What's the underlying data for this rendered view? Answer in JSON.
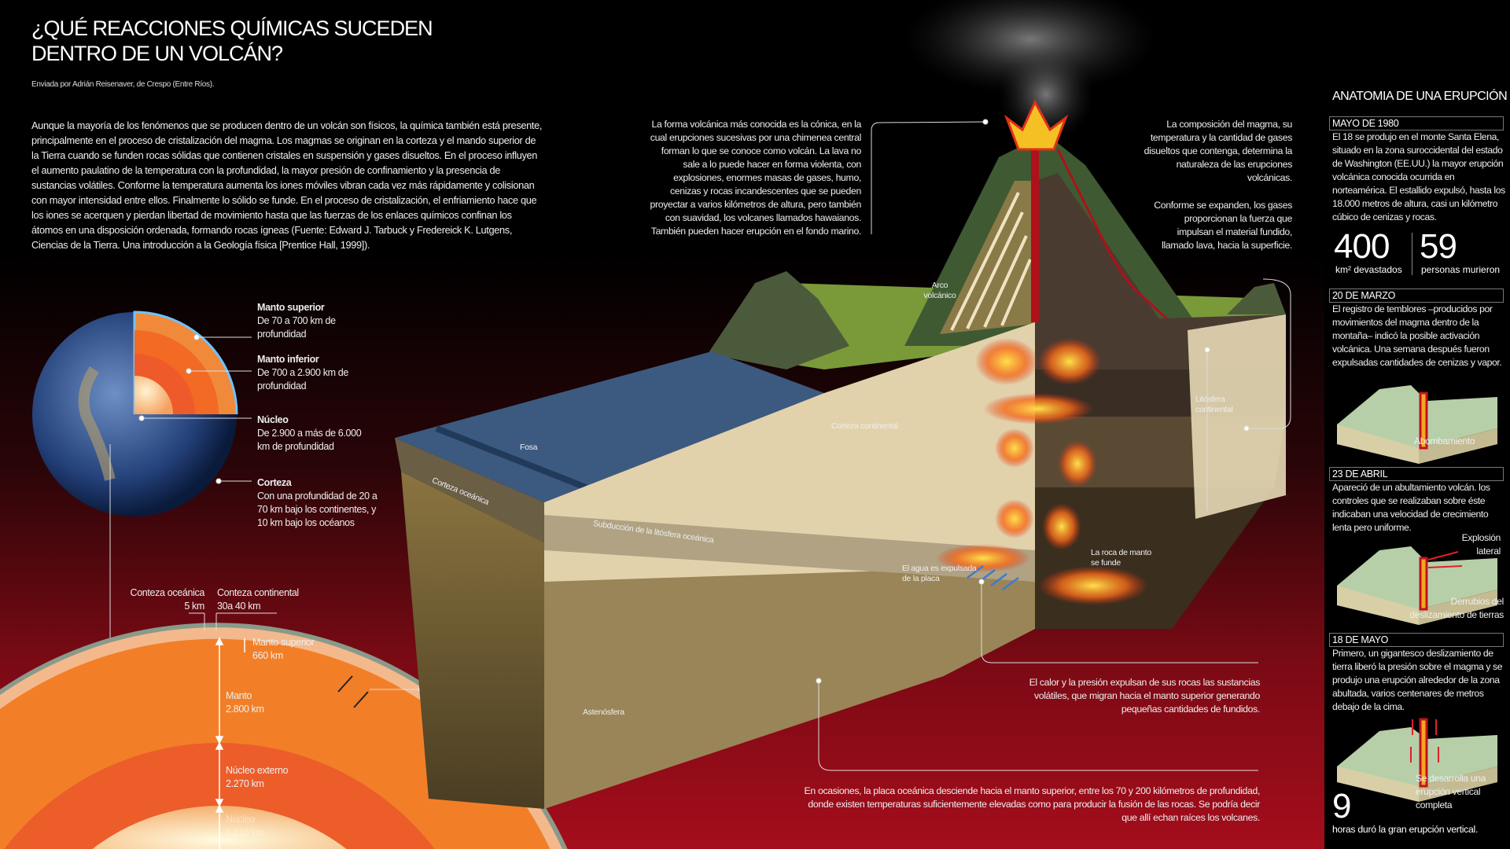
{
  "header": {
    "title_line1": "¿QUÉ REACCIONES QUÍMICAS SUCEDEN",
    "title_line2": "DENTRO DE UN VOLCÁN?",
    "byline": "Enviada por Adrián Reisenaver, de Crespo (Entre Ríos)."
  },
  "intro": "Aunque la mayoría de los fenómenos que se producen dentro de un volcán son físicos, la química también está presente, principalmente en el proceso de cristalización del magma. Los magmas se originan en la corteza y el mando superior de la Tierra cuando se funden rocas sólidas que contienen cristales en suspensión y gases disueltos. En el proceso influyen el aumento paulatino de la temperatura con la profundidad, la mayor presión de confinamiento y la presencia de sustancias volátiles. Conforme la temperatura aumenta los iones móviles vibran cada vez más rápidamente y colisionan con mayor intensidad entre ellos. Finalmente lo sólido se funde. En el proceso de cristalización, el enfriamiento hace que los iones se acerquen y pierdan libertad de movimiento hasta que las fuerzas de los enlaces químicos confinan los átomos en una disposición ordenada, formando rocas ígneas (Fuente: Edward J. Tarbuck y Fredereick K. Lutgens, Ciencias de la Tierra. Una introducción a la Geología física [Prentice Hall, 1999]).",
  "globe_labels": [
    {
      "title": "Manto superior",
      "text": "De 70 a 700 km de profundidad"
    },
    {
      "title": "Manto inferior",
      "text": "De 700 a 2.900 km de profundidad"
    },
    {
      "title": "Núcleo",
      "text": "De 2.900 a más de 6.000 km de profundidad"
    },
    {
      "title": "Corteza",
      "text": "Con una profundidad de 20 a 70 km bajo los continentes, y 10 km bajo los océanos"
    }
  ],
  "section": {
    "oceanic_crust": "Conteza oceánica",
    "oceanic_crust_value": "5 km",
    "continental_crust": "Conteza continental",
    "continental_crust_value": "30a 40 km",
    "upper_mantle": "Manto superior",
    "upper_mantle_value": "660 km",
    "mantle": "Manto",
    "mantle_value": "2.800 km",
    "outer_core": "Núcleo externo",
    "outer_core_value": "2.270 km",
    "core": "Núcleo",
    "core_value": "1.216 km"
  },
  "diagram": {
    "fosa": "Fosa",
    "corteza_oceanica": "Corteza oceánica",
    "subduccion": "Subducción de la litósfera oceánica",
    "corteza_continental": "Corteza continental",
    "arco_volcanico": "Arco volcánico",
    "litosfera_continental": "Litósfera continental",
    "agua_expulsada": "El agua es expulsada de la placa",
    "roca_funde": "La roca de manto se funde",
    "astenosfera": "Astenósfera"
  },
  "notes": {
    "forma_volcanica": "La forma volcánica más conocida es la cónica, en la cual erupciones sucesivas por una chimenea central forman lo que se conoce como volcán. La lava no sale a lo puede hacer en forma violenta, con explosiones, enormes masas de gases, humo, cenizas y rocas incandescentes que se pueden proyectar a varios kilómetros de altura, pero también con suavidad, los volcanes llamados hawaianos. También pueden hacer erupción en el fondo marino.",
    "composicion": "La composición del magma, su temperatura y la cantidad de gases disueltos que contenga, determina la naturaleza de las erupciones volcánicas.",
    "gases": "Conforme se expanden, los gases proporcionan la fuerza que impulsan el material fundido, llamado lava, hacia la superficie.",
    "calor": "El calor y la presión expulsan de sus rocas las sustancias volátiles, que migran hacia el manto superior generando pequeñas cantidades de fundidos.",
    "ocasiones": "En ocasiones, la placa oceánica desciende hacia el manto superior, entre los 70 y 200 kilómetros de profundidad, donde existen temperaturas suficientemente elevadas como para producir la  fusión de las rocas. Se podría decir que allí echan raíces los volcanes."
  },
  "anatomy": {
    "title": "ANATOMIA DE UNA ERUPCIÓN",
    "events": [
      {
        "date": "MAYO DE 1980",
        "text": "El 18 se produjo en el monte Santa Elena, situado en la zona suroccidental del estado de Washington (EE.UU.) la mayor erupción volcánica conocida ocurrida en norteamérica. El estallido expulsó, hasta los 18.000  metros de altura, casi un kilómetro cúbico de cenizas y rocas."
      },
      {
        "date": "20 DE MARZO",
        "text": "El registro de temblores –producidos por movimientos del magma dentro de la montaña– indicó la posible activación volcánica. Una semana después fueron expulsadas cantidades de cenizas y vapor.",
        "caption": "Abombamiento"
      },
      {
        "date": "23 DE ABRIL",
        "text": "Apareció de un abultamiento volcán. los controles que se realizaban sobre éste indicaban una velocidad de crecimiento lenta pero uniforme.",
        "caption": "Explosión lateral",
        "caption2": "Derrubios del deslizamiento de tierras"
      },
      {
        "date": "18 DE MAYO",
        "text": "Primero, un gigantesco deslizamiento de tierra liberó la presión sobre el magma y se produjo una erupción alrededor de la zona abultada, varios centenares de metros debajo de la cima.",
        "caption": "Se desarrolla una erupción vertical completa"
      }
    ],
    "stat1_value": "400",
    "stat1_unit": "km² devastados",
    "stat2_value": "59",
    "stat2_unit": "personas murieron",
    "hours_value": "9",
    "hours_text": "horas duró la gran erupción vertical."
  },
  "colors": {
    "ocean": "#3c5a80",
    "land": "#5c7a3a",
    "crust": "#d9c9a3",
    "lava": "#f5a623",
    "red": "#a50d1c"
  }
}
